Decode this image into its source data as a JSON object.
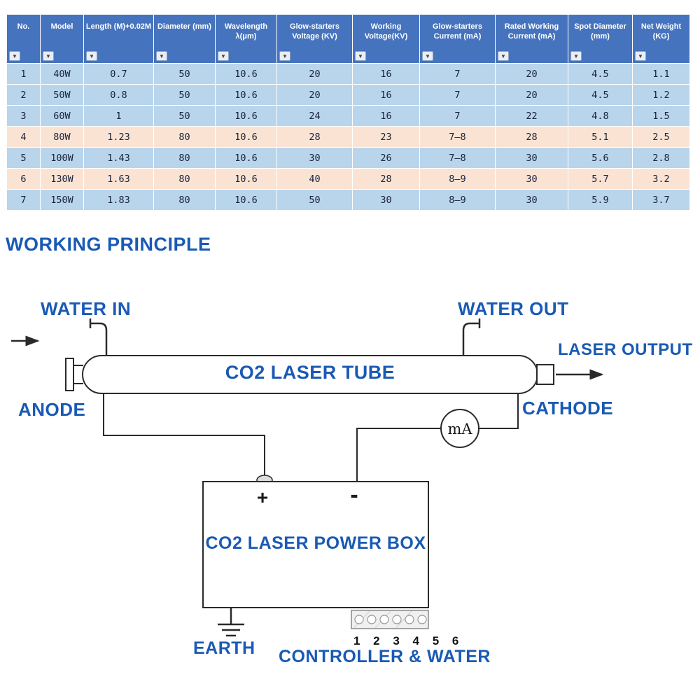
{
  "colors": {
    "accent": "#1a5ab4",
    "table_header_bg": "#4673be",
    "table_header_text": "#ffffff",
    "row_blue": "#b9d5ec",
    "row_peach": "#fbe3d3",
    "line": "#2a2a2a"
  },
  "table": {
    "headers": [
      "No.",
      "Model",
      "Length (M)+0.02M",
      "Diameter (mm)",
      "Wavelength λ(μm)",
      "Glow-starters Voltage (KV)",
      "Working Voltage(KV)",
      "Glow-starters Current (mA)",
      "Rated Working Current (mA)",
      "Spot Diameter (mm)",
      "Net Weight (KG)"
    ],
    "filter_icon": "▼",
    "rows": [
      [
        "1",
        "40W",
        "0.7",
        "50",
        "10.6",
        "20",
        "16",
        "7",
        "20",
        "4.5",
        "1.1"
      ],
      [
        "2",
        "50W",
        "0.8",
        "50",
        "10.6",
        "20",
        "16",
        "7",
        "20",
        "4.5",
        "1.2"
      ],
      [
        "3",
        "60W",
        "1",
        "50",
        "10.6",
        "24",
        "16",
        "7",
        "22",
        "4.8",
        "1.5"
      ],
      [
        "4",
        "80W",
        "1.23",
        "80",
        "10.6",
        "28",
        "23",
        "7—8",
        "28",
        "5.1",
        "2.5"
      ],
      [
        "5",
        "100W",
        "1.43",
        "80",
        "10.6",
        "30",
        "26",
        "7—8",
        "30",
        "5.6",
        "2.8"
      ],
      [
        "6",
        "130W",
        "1.63",
        "80",
        "10.6",
        "40",
        "28",
        "8—9",
        "30",
        "5.7",
        "3.2"
      ],
      [
        "7",
        "150W",
        "1.83",
        "80",
        "10.6",
        "50",
        "30",
        "8—9",
        "30",
        "5.9",
        "3.7"
      ]
    ],
    "row_fills": [
      "blue",
      "blue",
      "blue",
      "peach",
      "blue",
      "peach",
      "blue"
    ]
  },
  "section_title": "WORKING PRINCIPLE",
  "diagram": {
    "water_in": "WATER IN",
    "water_out": "WATER OUT",
    "laser_output": "LASER OUTPUT",
    "tube_label": "CO2 LASER TUBE",
    "anode": "ANODE",
    "cathode": "CATHODE",
    "meter": "mA",
    "plus": "+",
    "minus": "-",
    "power_box_label": "CO2 LASER POWER BOX",
    "earth": "EARTH",
    "controller": "CONTROLLER & WATER",
    "pins": "1 2 3 4 5 6"
  }
}
